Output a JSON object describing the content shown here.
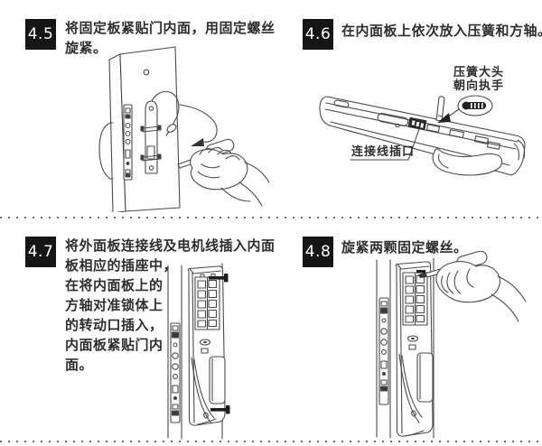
{
  "page": {
    "type": "installation-manual-page",
    "divider_style": "dotted"
  },
  "colors": {
    "badge_bg": "#161616",
    "badge_text": "#ffffff",
    "body_text": "#2e2e2e",
    "line_art": "#4a4a4a",
    "background": "#ffffff"
  },
  "steps": [
    {
      "number": "4.5",
      "lines": [
        "将固定板紧贴门内面，用固定螺丝",
        "旋紧。"
      ],
      "illustration": "door-with-fixing-plate-cable-and-screwdriver-hand"
    },
    {
      "number": "4.6",
      "lines": [
        "在内面板上依次放入压簧和方轴。"
      ],
      "labels": {
        "spring_callout_line1": "压簧大头",
        "spring_callout_line2": "朝向执手",
        "connector": "连接线插口"
      },
      "illustration": "interior-panel-with-spring-callout-and-square-shaft"
    },
    {
      "number": "4.7",
      "lines": [
        "将外面板连接线及电机线插入内面",
        "板相应的插座中，",
        "在将内面板上的",
        "方轴对准锁体上",
        "的转动口插入，",
        "内面板紧贴门内",
        "面。"
      ],
      "illustration": "interior-panel-aligned-to-lock-body-with-two-screws"
    },
    {
      "number": "4.8",
      "lines": [
        "旋紧两颗固定螺丝。"
      ],
      "illustration": "hand-with-screwdriver-tightening-panel-screws"
    }
  ]
}
